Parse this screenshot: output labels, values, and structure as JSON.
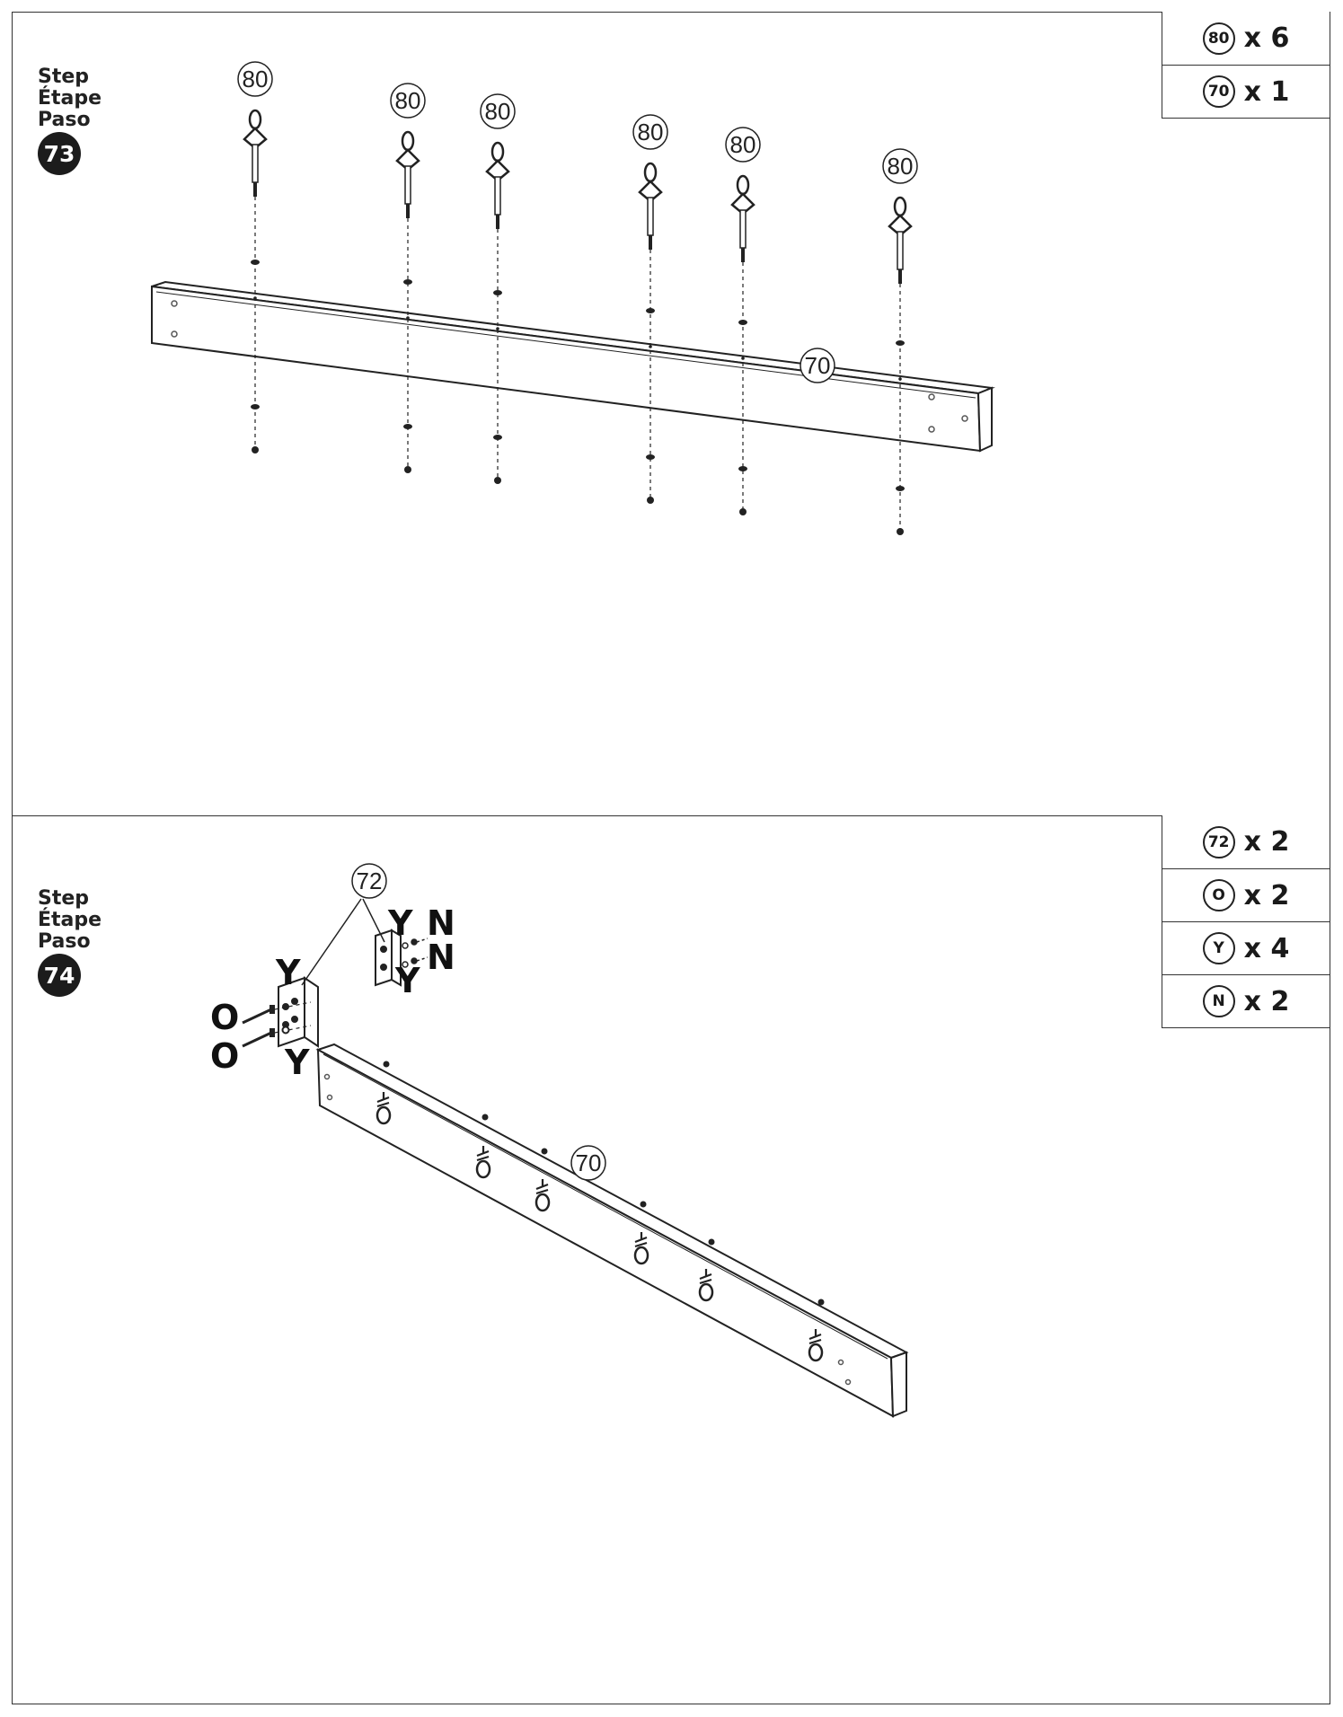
{
  "steps": [
    {
      "label_lines": [
        "Step",
        "Étape",
        "Paso"
      ],
      "number": "73",
      "parts": [
        {
          "id": "80",
          "qty": "x 6"
        },
        {
          "id": "70",
          "qty": "x 1"
        }
      ],
      "callouts": {
        "eyebolt": "80",
        "board": "70"
      }
    },
    {
      "label_lines": [
        "Step",
        "Étape",
        "Paso"
      ],
      "number": "74",
      "parts": [
        {
          "id": "72",
          "qty": "x 2"
        },
        {
          "id": "O",
          "qty": "x 2"
        },
        {
          "id": "Y",
          "qty": "x 4"
        },
        {
          "id": "N",
          "qty": "x 2"
        }
      ],
      "callouts": {
        "bracket": "72",
        "board": "70"
      },
      "hardware_letters": {
        "O": "O",
        "Y": "Y",
        "N": "N"
      }
    }
  ]
}
